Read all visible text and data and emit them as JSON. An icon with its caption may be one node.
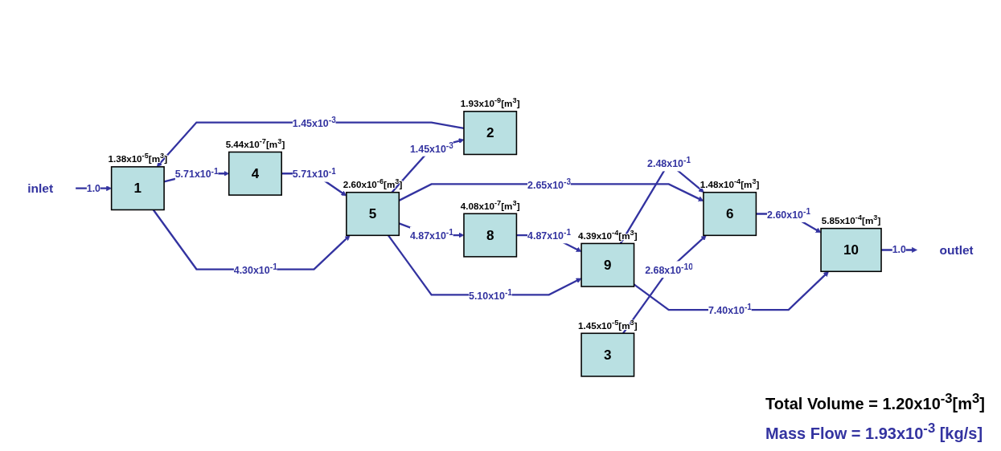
{
  "diagram": {
    "nodes": [
      {
        "text": [
          "inlet"
        ]
      },
      {
        "text": [
          "1"
        ],
        "beside": [
          "1.38x10$^{-5}$[m$^{3}$]"
        ]
      },
      {
        "text": [
          "2"
        ],
        "beside": [
          "1.93x10$^{-9}$[m$^{3}$]"
        ]
      },
      {
        "text": [
          "3"
        ],
        "beside": [
          "1.45x10$^{-5}$[m$^{3}$]"
        ]
      },
      {
        "text": [
          "4"
        ],
        "beside": [
          "5.44x10$^{-7}$[m$^{3}$]"
        ]
      },
      {
        "text": [
          "5"
        ],
        "beside": [
          "2.60x10$^{-6}$[m$^{3}$]"
        ]
      },
      {
        "text": [
          "6"
        ],
        "beside": [
          "1.48x10$^{-4}$[m$^{3}$]"
        ]
      },
      {
        "text": [
          "8"
        ],
        "beside": [
          "4.08x10$^{-7}$[m$^{3}$]"
        ]
      },
      {
        "text": [
          "9"
        ],
        "beside": [
          "4.39x10$^{-4}$[m$^{3}$]"
        ]
      },
      {
        "text": [
          "10"
        ],
        "beside": [
          "5.85x10$^{-4}$[m$^{3}$]"
        ]
      },
      {
        "text": [
          "outlet"
        ]
      }
    ],
    "edges": [
      {
        "from": 0,
        "to": 1,
        "arrow": "to",
        "label": "1.0"
      },
      {
        "from": 2,
        "to": 1,
        "arrow": "to",
        "label": "1.45x10$^{-3}$"
      },
      {
        "from": 1,
        "to": 5,
        "arrow": "to",
        "label": "4.30x10$^{-1}$"
      },
      {
        "from": 1,
        "to": 4,
        "arrow": "to",
        "label": "5.71x10$^{-1}$"
      },
      {
        "from": 5,
        "to": 2,
        "arrow": "to",
        "label": "1.45x10$^{-3}$"
      },
      {
        "from": 4,
        "to": 5,
        "arrow": "to",
        "label": "5.71x10$^{-1}$"
      },
      {
        "from": 3,
        "to": 6,
        "arrow": "to",
        "label": "2.68x10$^{-10}$"
      },
      {
        "from": 5,
        "to": 7,
        "arrow": "to",
        "label": "4.87x10$^{-1}$"
      },
      {
        "from": 5,
        "to": 6,
        "arrow": "to",
        "label": "2.65x10$^{-3}$"
      },
      {
        "from": 5,
        "to": 8,
        "arrow": "to",
        "label": "5.10x10$^{-1}$"
      },
      {
        "from": 7,
        "to": 8,
        "arrow": "to",
        "label": "4.87x10$^{-1}$"
      },
      {
        "from": 8,
        "to": 6,
        "arrow": "to",
        "label": "2.48x10$^{-1}$"
      },
      {
        "from": 8,
        "to": 9,
        "arrow": "to",
        "label": "7.40x10$^{-1}$"
      },
      {
        "from": 6,
        "to": 9,
        "arrow": "to",
        "label": "2.60x10$^{-1}$"
      },
      {
        "from": 9,
        "to": 10,
        "arrow": "to",
        "label": "1.0"
      }
    ],
    "labels": [
      "Total Volume = 1.20x10$^{-3}$[m$^{3}$]",
      "Mass Flow = 1.93x10$^{-3}$ [kg/s]"
    ]
  }
}
